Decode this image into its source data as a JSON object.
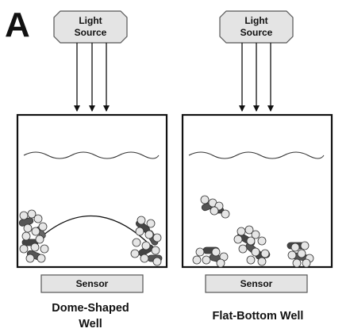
{
  "panel_label": "A",
  "left": {
    "light_source": [
      "Light",
      "Source"
    ],
    "sensor": "Sensor",
    "caption": [
      "Dome-Shaped",
      "Well"
    ]
  },
  "right": {
    "light_source": [
      "Light",
      "Source"
    ],
    "sensor": "Sensor",
    "caption": [
      "Flat-Bottom Well"
    ]
  }
}
